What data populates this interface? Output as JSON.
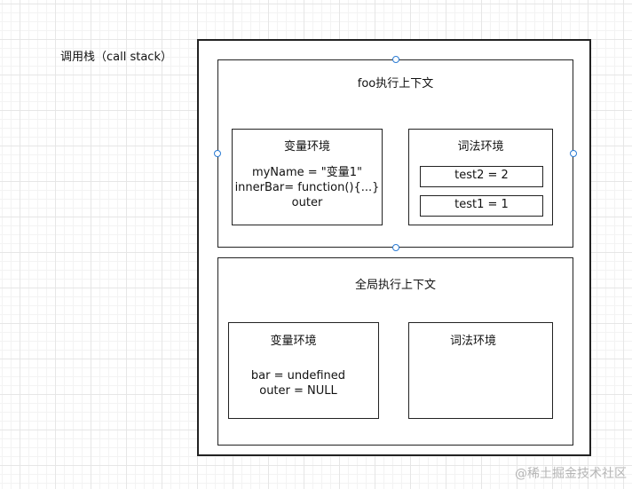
{
  "stack_label": "调用栈（call stack）",
  "foo_context": {
    "title": "foo执行上下文",
    "variable_env": {
      "title": "变量环境",
      "lines": [
        "myName = \"变量1\"",
        "innerBar= function(){...}",
        "outer"
      ]
    },
    "lexical_env": {
      "title": "词法环境",
      "entries": [
        "test2 = 2",
        "test1 = 1"
      ]
    }
  },
  "global_context": {
    "title": "全局执行上下文",
    "variable_env": {
      "title": "变量环境",
      "lines": [
        "bar = undefined",
        "outer = NULL"
      ]
    },
    "lexical_env": {
      "title": "词法环境"
    }
  },
  "watermark": "@稀土掘金技术社区"
}
